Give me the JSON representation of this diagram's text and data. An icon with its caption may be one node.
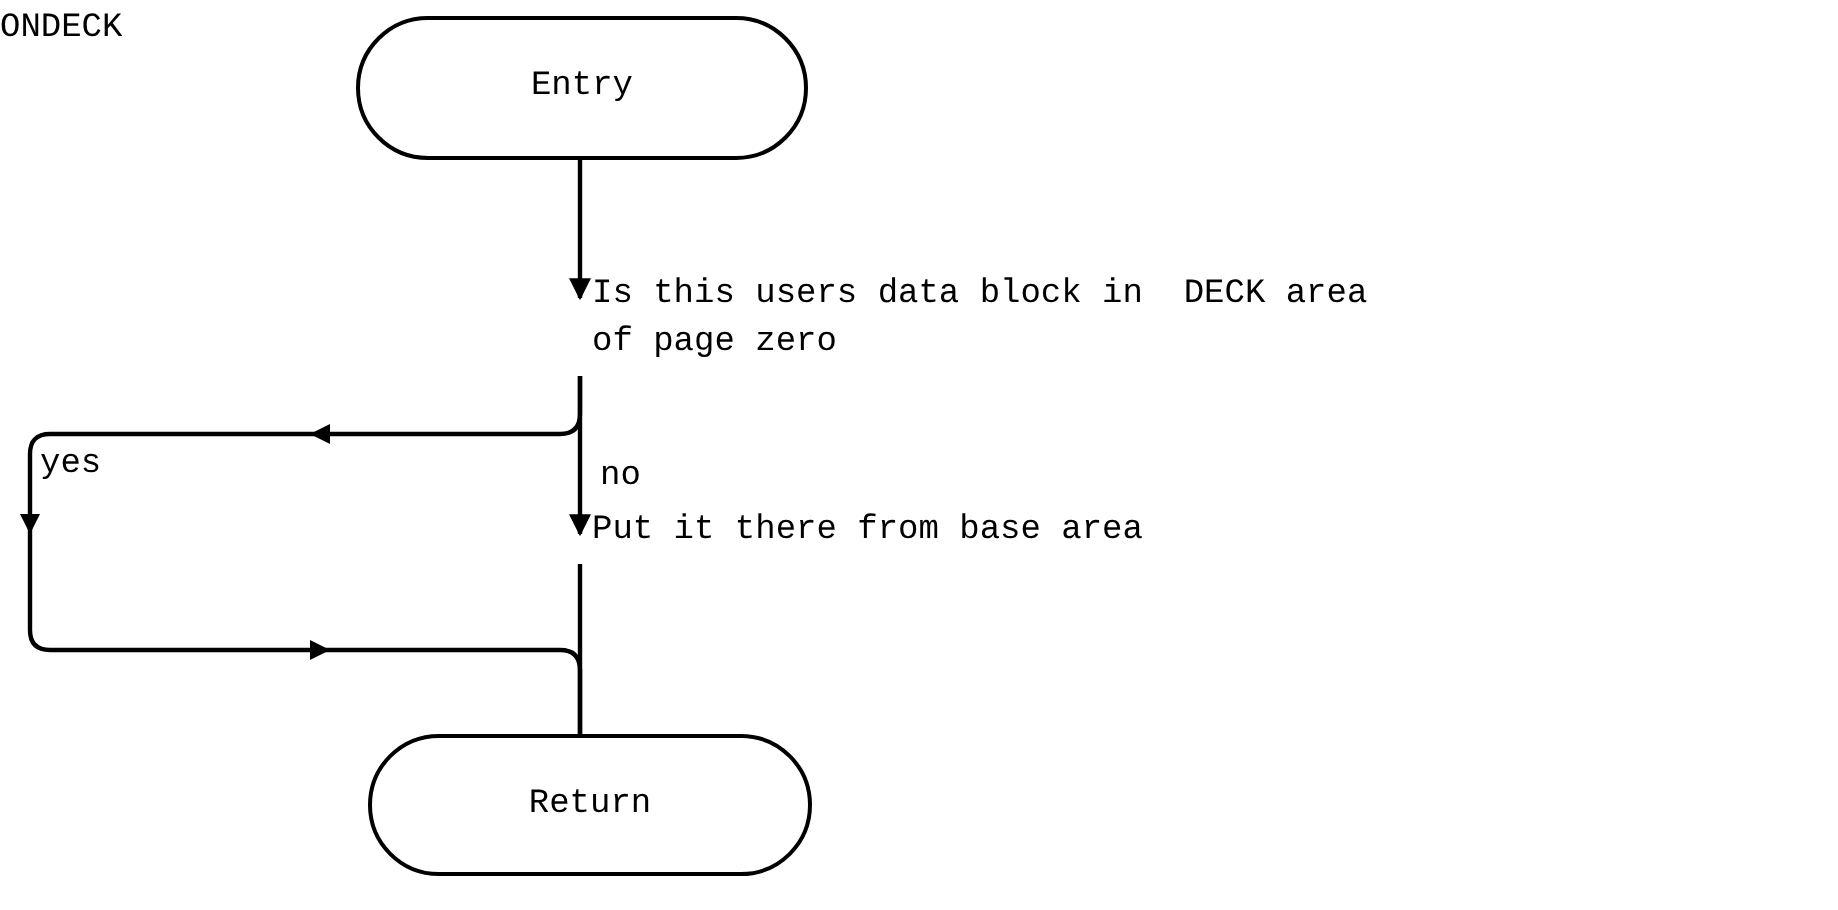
{
  "diagram": {
    "title": "ONDECK",
    "nodes": [
      {
        "text": [
          "Entry"
        ]
      },
      {
        "text": [
          "Is this users data block in  DECK area of page zero"
        ]
      },
      {
        "text": [
          "Put it there from base area"
        ]
      },
      {
        "text": [
          "Return"
        ]
      }
    ],
    "edges": [
      {
        "from": 0,
        "to": 1,
        "arrow": "to"
      },
      {
        "from": 1,
        "to": 2,
        "arrow": "to",
        "label": "no"
      },
      {
        "from": 2,
        "to": 3,
        "arrow": "none"
      },
      {
        "from": 1,
        "to": 3,
        "arrow": "to",
        "label": "yes"
      }
    ]
  }
}
